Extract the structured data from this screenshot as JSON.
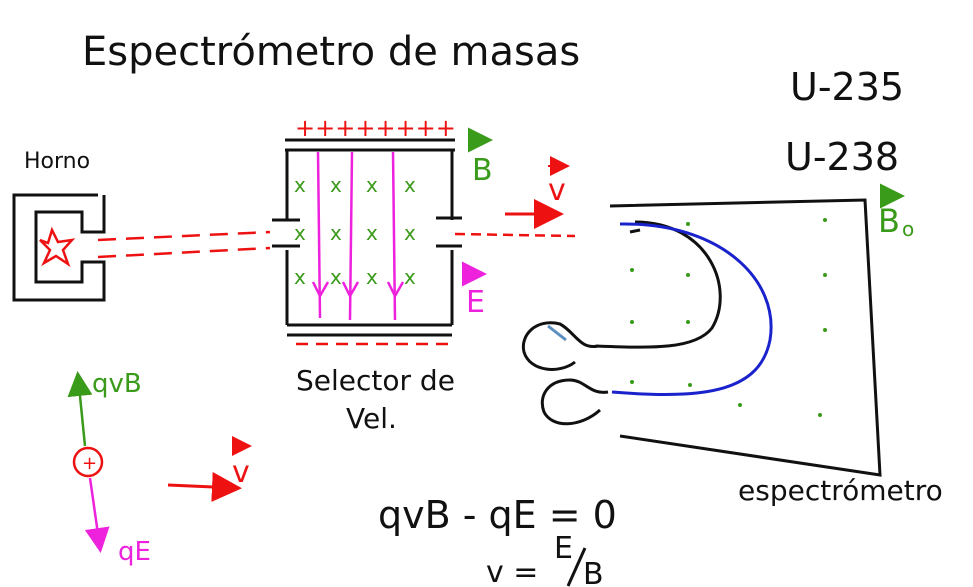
{
  "title": "Espectrómetro de masas",
  "isotopes": [
    "U-235",
    "U-238"
  ],
  "labels": {
    "oven": "Horno",
    "selector_line1": "Selector de",
    "selector_line2": "Vel.",
    "spectrometer": "espectrómetro",
    "b_field": "B",
    "e_field": "E",
    "b0_field": "B",
    "b0_subscript": "o",
    "velocity": "v",
    "force_magnetic": "qvB",
    "force_electric": "qE",
    "charge_symbol": "+"
  },
  "equations": {
    "balance": "qvB - qE = 0",
    "velocity_lhs": "v =",
    "velocity_num": "E",
    "velocity_den": "B"
  },
  "colors": {
    "ink": "#111111",
    "red": "#ee1111",
    "green": "#3a9a1a",
    "magenta": "#ee22dd",
    "blue": "#1a22cc"
  }
}
